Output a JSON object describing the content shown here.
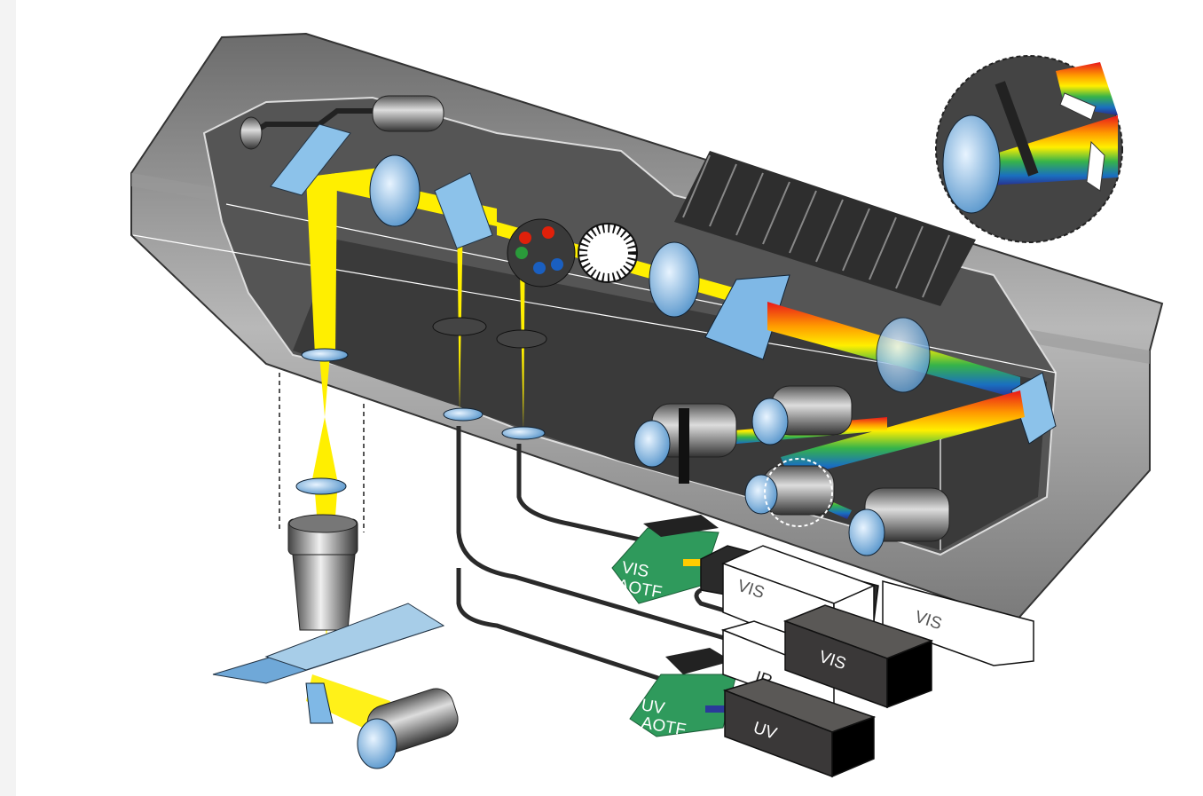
{
  "diagram": {
    "vis_aotf": {
      "line1": "VIS",
      "line2": "AOTF"
    },
    "uv_aotf": {
      "line1": "UV",
      "line2": "AOTF"
    },
    "lasers": {
      "vis_white_front": "VIS",
      "vis_white_back": "VIS",
      "vis_dark": "VIS",
      "ir": "IR",
      "uv": "UV"
    }
  },
  "colors": {
    "housing": "#8a8a8a",
    "floor": "#3a3a3a",
    "beam": "#ffef00",
    "optics": "#7fb8e6",
    "aotf": "#2f9a5c",
    "laser_dark": "#3a3838"
  }
}
